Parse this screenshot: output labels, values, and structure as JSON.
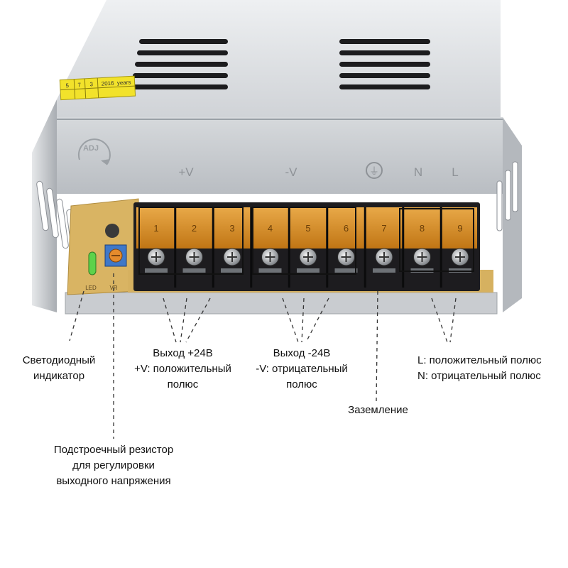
{
  "device": {
    "sticker": {
      "year": "2016",
      "years_label": "years",
      "cells": [
        "5",
        "7",
        "3"
      ]
    },
    "cover_labels": {
      "pos": "+V",
      "neg": "-V",
      "ground": "⏚",
      "n": "N",
      "l": "L"
    },
    "adj_label": "ADJ",
    "terminal_numbers": [
      "1",
      "2",
      "3",
      "4",
      "5",
      "6",
      "7",
      "8",
      "9"
    ],
    "board_labels": {
      "led": "LED",
      "vr": "VR"
    },
    "colors": {
      "case": "#c9ccd0",
      "case_dark": "#8e9298",
      "cover_amber": "#e9a033",
      "terminal_block": "#1d1c1f",
      "pcb": "#d9b463",
      "sticker": "#f2e22b",
      "highlight_box": "#111111"
    }
  },
  "annotations": {
    "led": [
      "Светодиодный",
      "индикатор"
    ],
    "output_pos": [
      "Выход +24В",
      "+V: положительный",
      "полюс"
    ],
    "output_neg": [
      "Выход -24В",
      "-V: отрицательный",
      "полюс"
    ],
    "ground": [
      "Заземление"
    ],
    "ac": [
      "L: положительный полюс",
      "N: отрицательный полюс"
    ],
    "trimmer": [
      "Подстроечный резистор",
      "для регулировки",
      "выходного напряжения"
    ]
  }
}
